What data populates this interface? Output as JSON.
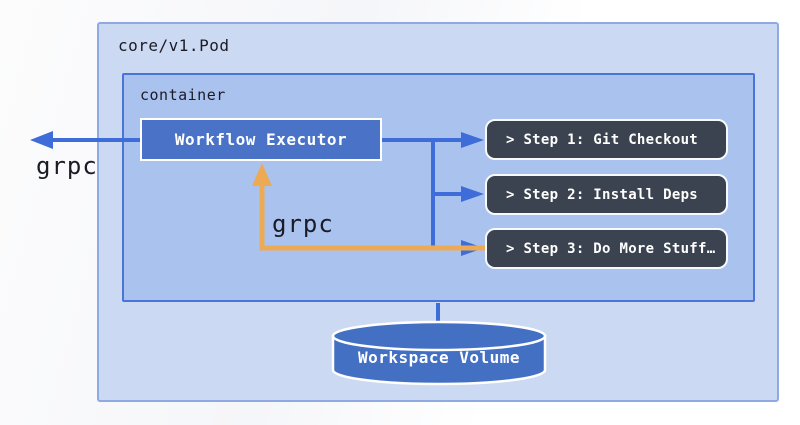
{
  "diagram": {
    "pod_label": "core/v1.Pod",
    "container_label": "container",
    "executor_label": "Workflow Executor",
    "steps": [
      {
        "label": "> Step 1: Git Checkout"
      },
      {
        "label": "> Step 2: Install Deps"
      },
      {
        "label": "> Step 3: Do More Stuff…"
      }
    ],
    "volume_label": "Workspace Volume",
    "grpc_left_label": "grpc",
    "grpc_inner_label": "grpc",
    "colors": {
      "pod_fill": "#ccd9f2",
      "pod_border": "#8fa9e3",
      "container_fill": "#aac2ee",
      "container_border": "#4a74d8",
      "executor_fill": "#4a73c8",
      "step_fill": "#3a434f",
      "cylinder_fill": "#4470c4",
      "arrow_blue": "#3e6cd8",
      "arrow_orange": "#edaa54",
      "text_dark": "#1b1b26",
      "text_light": "#ffffff"
    }
  }
}
